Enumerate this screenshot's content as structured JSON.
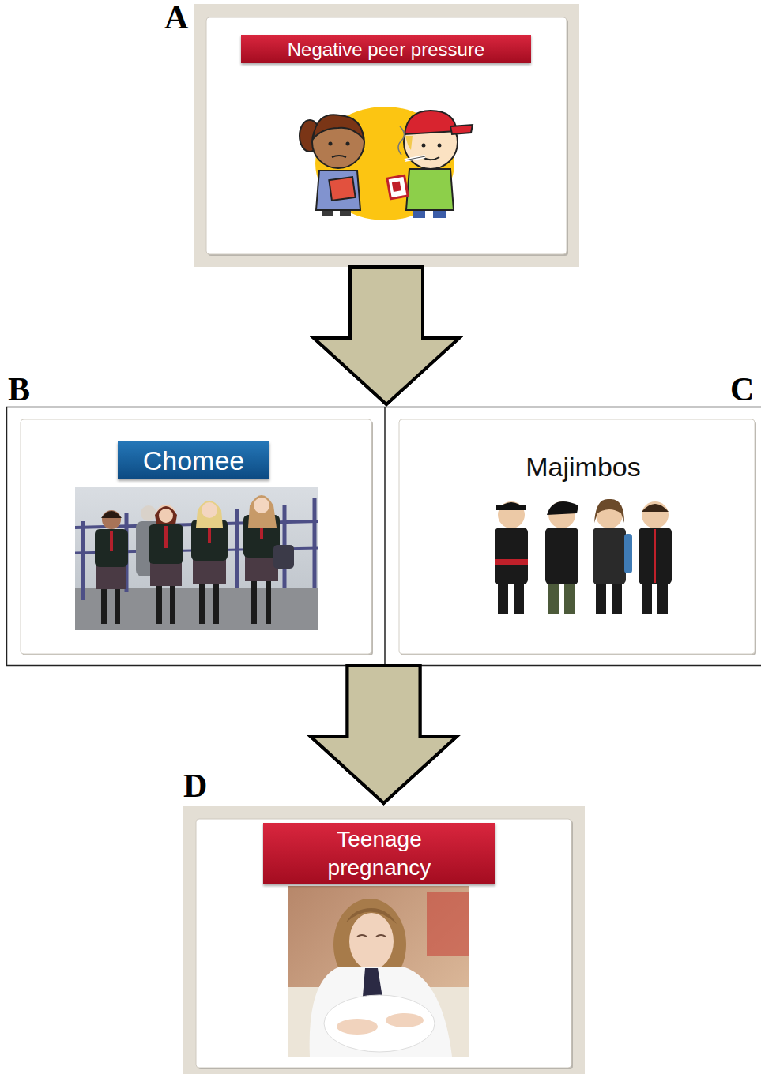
{
  "diagram": {
    "nodes": [
      {
        "text": [
          "Negative peer pressure"
        ]
      },
      {
        "text": [
          "Chomee"
        ]
      },
      {
        "text": [
          "Majimbos"
        ]
      },
      {
        "text": [
          "Teenage pregnancy"
        ]
      }
    ],
    "edges": [
      {
        "from": 0,
        "to": 1,
        "arrow": "to"
      },
      {
        "from": 0,
        "to": 2,
        "arrow": "to"
      },
      {
        "from": 1,
        "to": 3,
        "arrow": "to"
      },
      {
        "from": 2,
        "to": 3,
        "arrow": "to"
      }
    ],
    "labels": [
      "A",
      "B",
      "C",
      "D"
    ]
  }
}
